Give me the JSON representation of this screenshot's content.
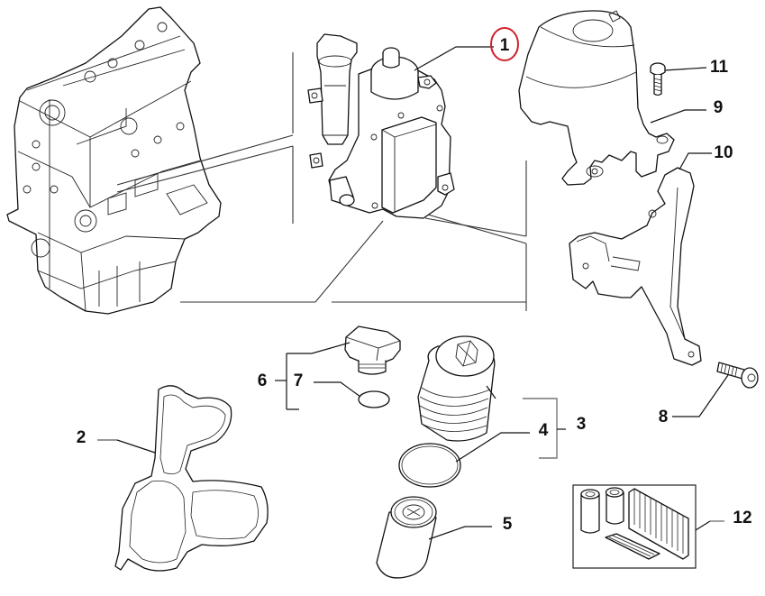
{
  "diagram": {
    "title": "Oil filter housing assembly exploded view",
    "highlight_color": "#d0202a",
    "highlighted_part": "1",
    "callouts": [
      {
        "id": "1",
        "label": "1",
        "part": "oil-filter-housing-module"
      },
      {
        "id": "2",
        "label": "2",
        "part": "housing-gasket"
      },
      {
        "id": "3",
        "label": "3",
        "part": "oil-filter-cap-kit"
      },
      {
        "id": "4",
        "label": "4",
        "part": "filter-cap-o-ring"
      },
      {
        "id": "5",
        "label": "5",
        "part": "oil-filter-cartridge"
      },
      {
        "id": "6",
        "label": "6",
        "part": "oil-filler-cap-kit"
      },
      {
        "id": "7",
        "label": "7",
        "part": "filler-cap-o-ring"
      },
      {
        "id": "8",
        "label": "8",
        "part": "bracket-bolt"
      },
      {
        "id": "9",
        "label": "9",
        "part": "heat-shield-cover"
      },
      {
        "id": "10",
        "label": "10",
        "part": "support-bracket"
      },
      {
        "id": "11",
        "label": "11",
        "part": "cover-bolt"
      },
      {
        "id": "12",
        "label": "12",
        "part": "service-filter-kit"
      }
    ]
  }
}
